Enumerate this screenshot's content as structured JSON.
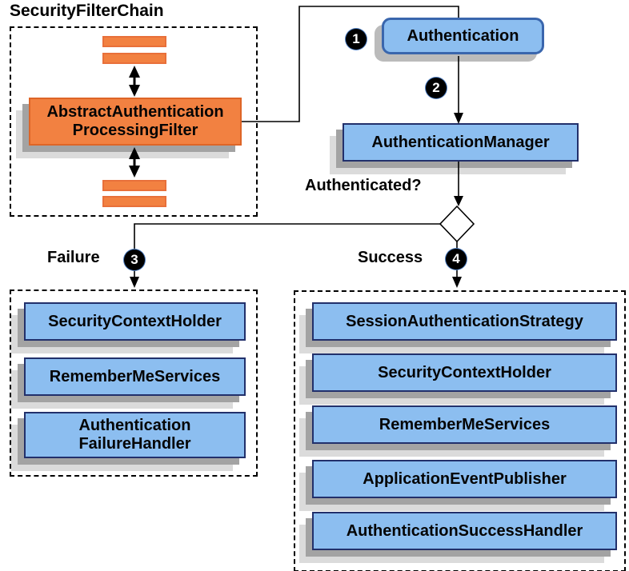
{
  "diagram": {
    "title": "SecurityFilterChain",
    "filter_chain": {
      "processing_filter_label": "AbstractAuthentication\nProcessingFilter"
    },
    "flow": {
      "step1_badge": "1",
      "authentication_label": "Authentication",
      "step2_badge": "2",
      "authentication_manager_label": "AuthenticationManager",
      "decision_label": "Authenticated?",
      "failure_label": "Failure",
      "step3_badge": "3",
      "success_label": "Success",
      "step4_badge": "4"
    },
    "failure_panel": {
      "items": [
        "SecurityContextHolder",
        "RememberMeServices",
        "Authentication\nFailureHandler"
      ]
    },
    "success_panel": {
      "items": [
        "SessionAuthenticationStrategy",
        "SecurityContextHolder",
        "RememberMeServices",
        "ApplicationEventPublisher",
        "AuthenticationSuccessHandler"
      ]
    },
    "colors": {
      "box_blue_fill": "#8CBEF0",
      "box_blue_border": "#22306B",
      "rounded_blue_border": "#3A66AD",
      "orange_fill": "#F28141",
      "orange_border": "#DE6527",
      "shadow_dark": "#A3A3A3",
      "shadow_light": "#DBDBDB",
      "badge_bg": "#000000",
      "badge_text": "#FFFFFF",
      "line_color": "#000000"
    }
  }
}
